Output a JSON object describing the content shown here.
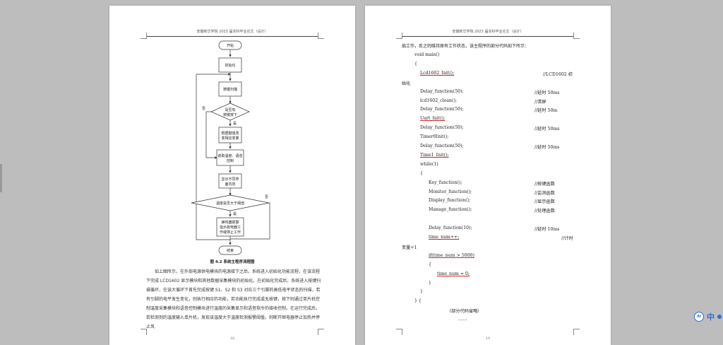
{
  "header_text": "安徽新华学院 2023 届本科毕业论文（设计）",
  "left_page": {
    "page_number": "18",
    "figure_caption": "图 4.2  系统主程序流程图",
    "flow": {
      "start": "开始",
      "init": "初始化",
      "scan": "按键扫描",
      "key_q_1": "是否有",
      "key_q_2": "按键按下",
      "yes": "是",
      "no": "否",
      "change_1": "根据键值改",
      "change_2": "变相应变量",
      "acquire_1": "获取温度、语音",
      "acquire_2": "控制",
      "display_1": "显示不同界",
      "display_2": "面内容",
      "temp_q": "温度是否大于阈值",
      "buzzer_1": "蜂鸣器报警",
      "buzzer_2": "指示故电器工",
      "buzzer_3": "作或停止工作",
      "end": "结束"
    },
    "paragraph": "如上图所示，在外部电源供电模块的电源接下之后，系统进入初始化功能流程，在该流程下完成 LCD1602 显示模块和其他数据采集模块的初始化。在初始化完成后，系统进入按键扫描循环，在该大循环下首先完成按键 S1、S2 和 S3 对应三个引脚的高低电平状态的扫描，若有引脚的电平发生变化，则执行相应的功能，若功能执行完成或无按键，按下则通过单片机控制温度采集模块和语音控制模块进行温度的采集显示和语音指令的接收控制，在运行完成后，若检测到的温度输入单片机，发现该温度大于温度检测报警阈值，则断开继电器停止加热并停止风"
  },
  "right_page": {
    "page_number": "19",
    "intro": "扇工作，反之则维持原有工作状态，该主程序的部分代码如下所示：",
    "code": [
      {
        "text": "void main()",
        "indent": 0,
        "comment": ""
      },
      {
        "text": "{",
        "indent": 0,
        "comment": ""
      },
      {
        "text": "Lcd1602_Init();",
        "indent": 1,
        "comment": "//LCD1602 初"
      },
      {
        "text": "始化",
        "indent": -1,
        "comment": ""
      },
      {
        "text": "Delay_function(50);",
        "indent": 1,
        "comment": "//延时 50ms"
      },
      {
        "text": "lcd1602_clean();",
        "indent": 1,
        "comment": "//清屏"
      },
      {
        "text": "Delay_function(50);",
        "indent": 1,
        "comment": "//延时 50m"
      },
      {
        "text": "Uart_Init();",
        "indent": 1,
        "comment": ""
      },
      {
        "text": "Delay_function(50);",
        "indent": 1,
        "comment": "//延时 50ms"
      },
      {
        "text": "Timer0Init();",
        "indent": 1,
        "comment": ""
      },
      {
        "text": "Delay_function(50);",
        "indent": 1,
        "comment": "//延时 50ms"
      },
      {
        "text": "Time1_Init();",
        "indent": 1,
        "comment": ""
      },
      {
        "text": "while(1)",
        "indent": 1,
        "comment": ""
      },
      {
        "text": "{",
        "indent": 1,
        "comment": ""
      },
      {
        "text": "Key_function();",
        "indent": 2,
        "comment": "//按键函数"
      },
      {
        "text": "Monitor_function();",
        "indent": 2,
        "comment": "//监测函数"
      },
      {
        "text": "Display_function();",
        "indent": 2,
        "comment": "//显示函数"
      },
      {
        "text": "Manage_function();",
        "indent": 2,
        "comment": "//处理函数"
      },
      {
        "text": "",
        "indent": 2,
        "comment": ""
      },
      {
        "text": "Delay_function(10);",
        "indent": 2,
        "comment": "//延时 10ms"
      },
      {
        "text": "time_num++;",
        "indent": 2,
        "comment": "//计时"
      },
      {
        "text": "变量+1",
        "indent": -1,
        "comment": ""
      },
      {
        "text": "if(time_num > 5000)",
        "indent": 2,
        "comment": ""
      },
      {
        "text": "{",
        "indent": 2,
        "comment": ""
      },
      {
        "text": "time_num = 0;",
        "indent": 3,
        "comment": ""
      },
      {
        "text": "}",
        "indent": 2,
        "comment": ""
      },
      {
        "text": "}",
        "indent": 1,
        "comment": ""
      },
      {
        "text": "}  {",
        "indent": 0,
        "comment": ""
      },
      {
        "text": "（部分代码省略）",
        "indent": 4,
        "comment": ""
      },
      {
        "text": "……",
        "indent": 5,
        "comment": ""
      }
    ]
  },
  "widget": {
    "icon_label": "AI",
    "lang": "中"
  }
}
